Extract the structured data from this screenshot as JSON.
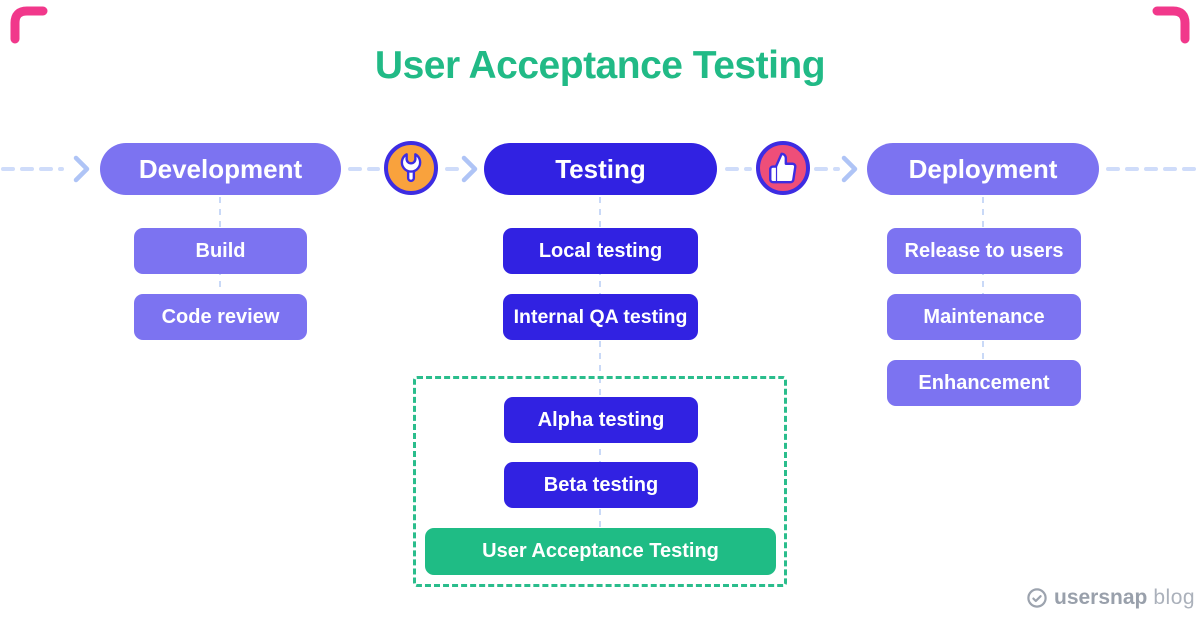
{
  "title": "User Acceptance Testing",
  "flow": {
    "stages": [
      {
        "id": "development",
        "label": "Development"
      },
      {
        "id": "testing",
        "label": "Testing"
      },
      {
        "id": "deployment",
        "label": "Deployment"
      }
    ],
    "icons": [
      {
        "name": "wrench-icon",
        "circle_color": "#F9A23D"
      },
      {
        "name": "thumbs-up-icon",
        "circle_color": "#EE4E79"
      }
    ]
  },
  "columns": {
    "development": {
      "items": [
        "Build",
        "Code review"
      ]
    },
    "testing": {
      "items": [
        "Local testing",
        "Internal QA testing"
      ],
      "uat_group": {
        "items": [
          "Alpha testing",
          "Beta testing"
        ],
        "highlight": "User Acceptance Testing"
      }
    },
    "deployment": {
      "items": [
        "Release to users",
        "Maintenance",
        "Enhancement"
      ]
    }
  },
  "footer": {
    "brand_bold": "usersnap",
    "brand_light": "blog"
  },
  "colors": {
    "title_green": "#21BA86",
    "uat_green": "#1FBC85",
    "group_border_green": "#2ABD8C",
    "purple": "#7C73F1",
    "indigo": "#3122E2",
    "icon_ring_indigo": "#3D2CE2",
    "wrench_orange": "#F9A23D",
    "thumb_pink": "#EE4E79",
    "dash_blue": "#CFDCFA",
    "chevron_blue": "#AFC4F6",
    "accent_pink": "#F1388B",
    "logo_gray": "#9CA3AE"
  }
}
